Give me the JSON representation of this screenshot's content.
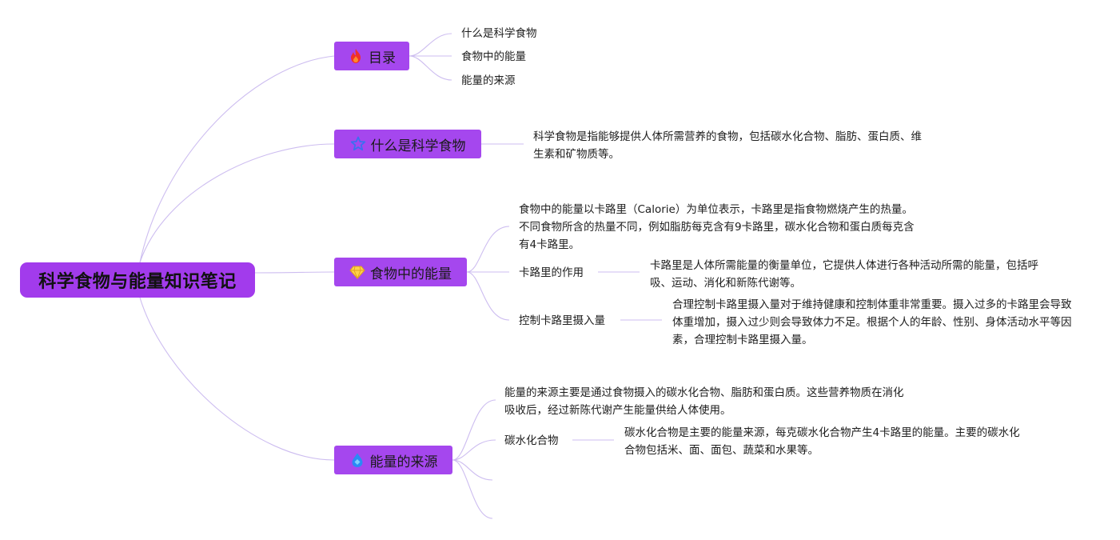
{
  "root": {
    "title": "科学食物与能量知识笔记"
  },
  "topics": {
    "toc": {
      "label": "目录",
      "icon": "fire-icon",
      "items": [
        "什么是科学食物",
        "食物中的能量",
        "能量的来源"
      ]
    },
    "what": {
      "label": "什么是科学食物",
      "icon": "star-icon",
      "desc": "科学食物是指能够提供人体所需营养的食物，包括碳水化合物、脂肪、蛋白质、维生素和矿物质等。"
    },
    "energy": {
      "label": "食物中的能量",
      "icon": "diamond-icon",
      "desc": "食物中的能量以卡路里（Calorie）为单位表示，卡路里是指食物燃烧产生的热量。不同食物所含的热量不同，例如脂肪每克含有9卡路里，碳水化合物和蛋白质每克含有4卡路里。",
      "calorie_role": {
        "label": "卡路里的作用",
        "desc": "卡路里是人体所需能量的衡量单位，它提供人体进行各种活动所需的能量，包括呼吸、运动、消化和新陈代谢等。"
      },
      "control": {
        "label": "控制卡路里摄入量",
        "desc": "合理控制卡路里摄入量对于维持健康和控制体重非常重要。摄入过多的卡路里会导致体重增加，摄入过少则会导致体力不足。根据个人的年龄、性别、身体活动水平等因素，合理控制卡路里摄入量。"
      }
    },
    "source": {
      "label": "能量的来源",
      "icon": "water-drop-icon",
      "desc": "能量的来源主要是通过食物摄入的碳水化合物、脂肪和蛋白质。这些营养物质在消化吸收后，经过新陈代谢产生能量供给人体使用。",
      "carbs": {
        "label": "碳水化合物",
        "desc": "碳水化合物是主要的能量来源，每克碳水化合物产生4卡路里的能量。主要的碳水化合物包括米、面、面包、蔬菜和水果等。"
      }
    }
  },
  "colors": {
    "root_fill": "#a23bec",
    "topic_fill": "#a547ee",
    "edge": "#c9b8ee"
  }
}
